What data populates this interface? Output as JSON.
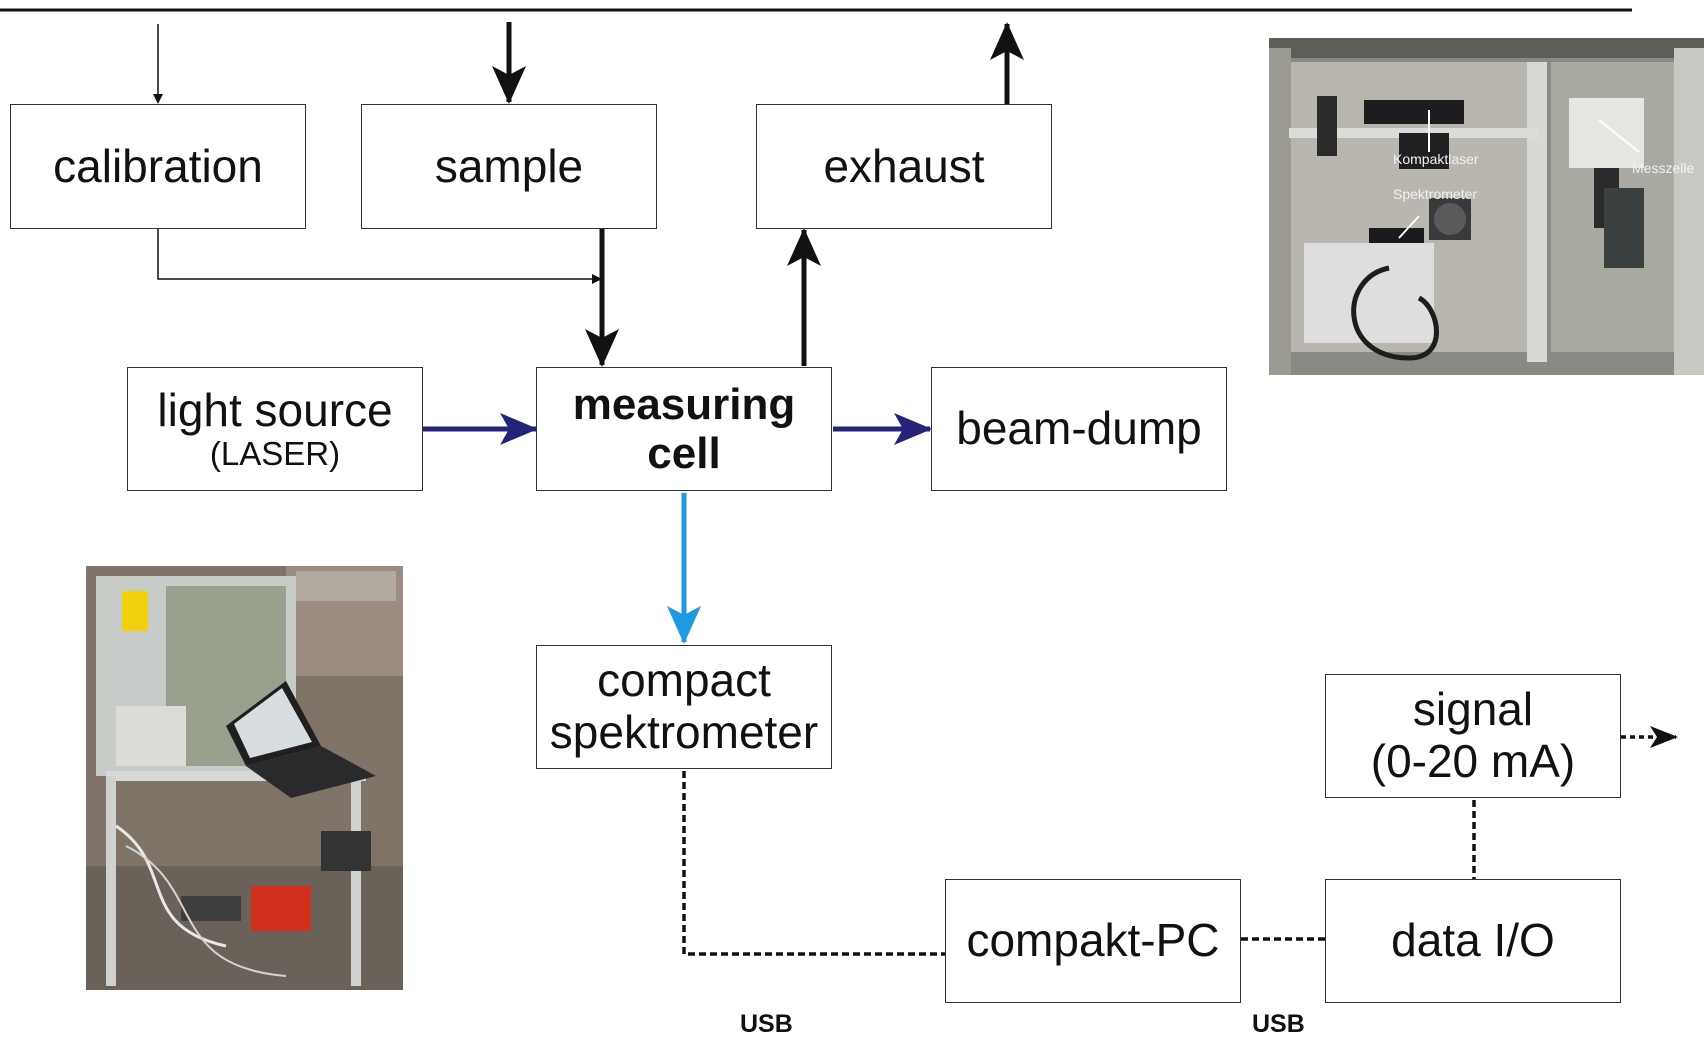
{
  "boxes": {
    "calibration": "calibration",
    "sample": "sample",
    "exhaust": "exhaust",
    "light_source": "light source",
    "light_source_sub": "(LASER)",
    "measuring_cell_line1": "measuring",
    "measuring_cell_line2": "cell",
    "beam_dump": "beam-dump",
    "spectrometer_line1": "compact",
    "spectrometer_line2": "spektrometer",
    "compakt_pc": "compakt-PC",
    "data_io": "data I/O",
    "signal_line1": "signal",
    "signal_line2": "(0-20 mA)"
  },
  "connections": {
    "usb_label_1": "USB",
    "usb_label_2": "USB"
  },
  "photos": {
    "cabinet_label_laser": "Kompaktlaser",
    "cabinet_label_spectrometer": "Spektrometer",
    "cabinet_label_cell": "Messzelle"
  },
  "colors": {
    "flow_arrows": "#111111",
    "laser_beam": "#23237a",
    "spectrometer_link": "#1e9ae0",
    "data_link": "#111111"
  }
}
